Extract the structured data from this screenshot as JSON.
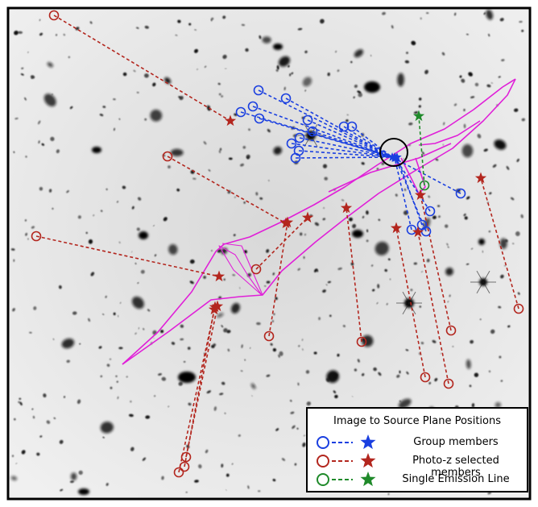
{
  "legend": {
    "title": "Image to Source Plane Positions",
    "entries": [
      {
        "label": "Group members",
        "color": "#1a3fe0"
      },
      {
        "label": "Photo-z selected members",
        "color": "#b3261e"
      },
      {
        "label": "Single Emission Line",
        "color": "#1f8a2a"
      }
    ]
  },
  "colors": {
    "critical_curve": "#e020d8",
    "group": "#1a3fe0",
    "photoz": "#b3261e",
    "single_line": "#1f8a2a",
    "background": "#e9e9e9"
  }
}
